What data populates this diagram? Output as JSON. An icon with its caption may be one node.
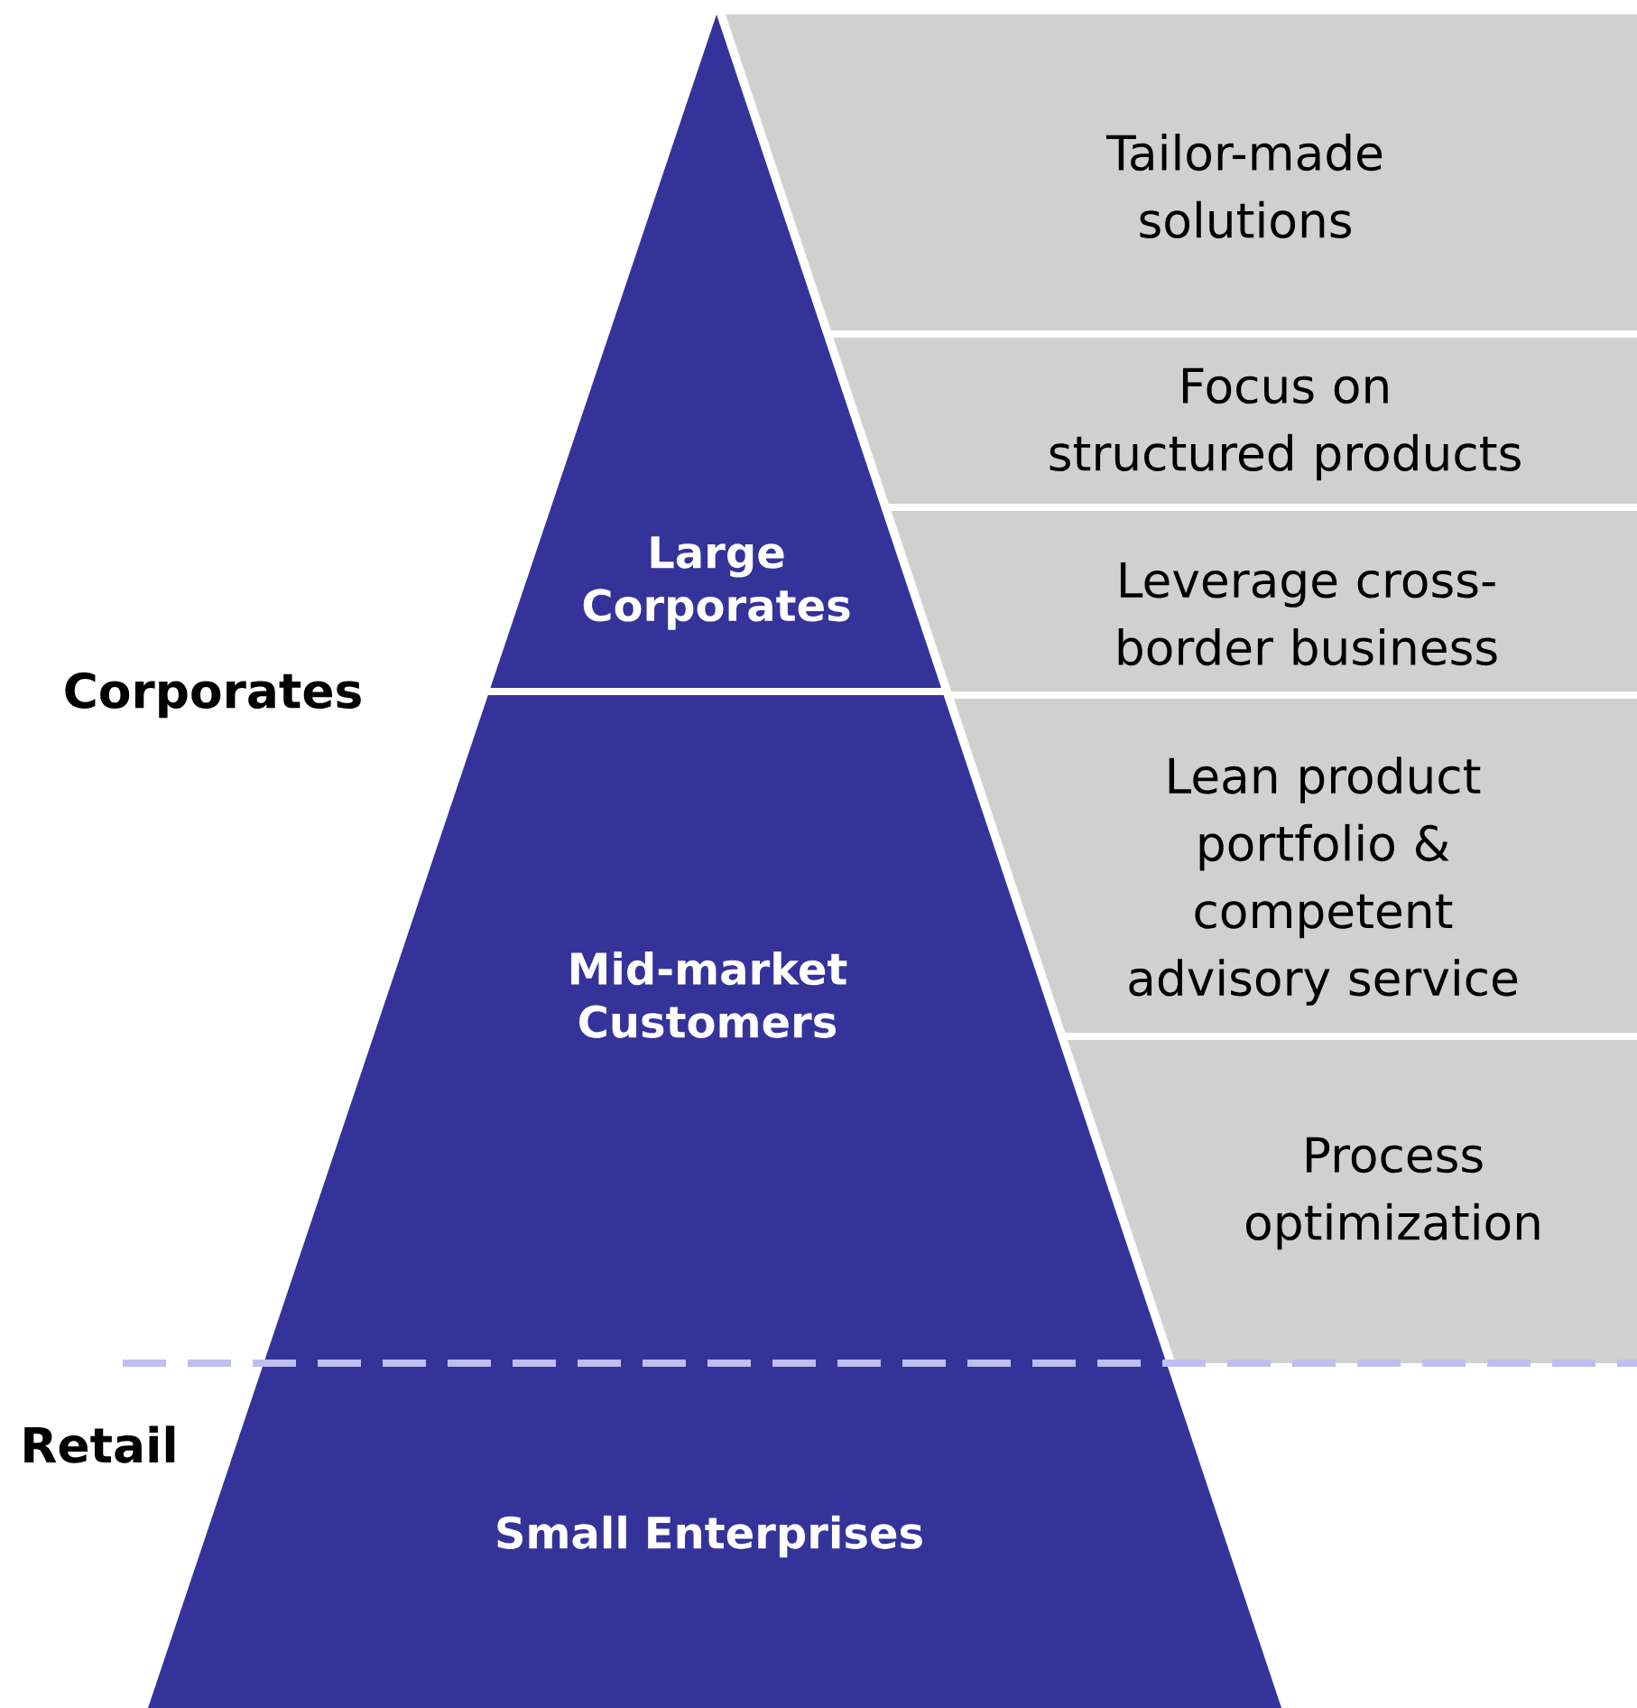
{
  "diagram": {
    "nodes": [
      {
        "text": [
          "Large Corporates"
        ]
      },
      {
        "text": [
          "Mid-market Customers"
        ]
      },
      {
        "text": [
          "Small Enterprises"
        ]
      },
      {
        "text": [
          "Tailor-made solutions"
        ]
      },
      {
        "text": [
          "Focus on structured products"
        ]
      },
      {
        "text": [
          "Leverage cross-border business"
        ]
      },
      {
        "text": [
          "Lean product portfolio & competent advisory service"
        ]
      },
      {
        "text": [
          "Process optimization"
        ]
      }
    ],
    "edges": [],
    "labels": [
      "Corporates",
      "Retail"
    ]
  }
}
